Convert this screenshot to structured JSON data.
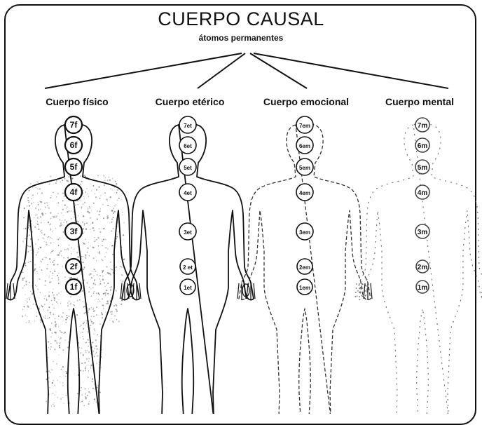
{
  "title": "CUERPO CAUSAL",
  "subtitle": "átomos permanentes",
  "bodies": [
    {
      "label": "Cuerpo físico",
      "style": "dense",
      "atoms": [
        "7f",
        "6f",
        "5f",
        "4f",
        "3f",
        "2f",
        "1f"
      ]
    },
    {
      "label": "Cuerpo etérico",
      "style": "solid",
      "atoms": [
        "7et",
        "6et",
        "5et",
        "4et",
        "3et",
        "2 et",
        "1et"
      ]
    },
    {
      "label": "Cuerpo emocional",
      "style": "dashed",
      "atoms": [
        "7em",
        "6em",
        "5em",
        "4em",
        "3em",
        "2em",
        "1em"
      ]
    },
    {
      "label": "Cuerpo  mental",
      "style": "faint",
      "atoms": [
        "7m",
        "6m",
        "5m",
        "4m",
        "3m",
        "2m",
        "1m"
      ]
    }
  ],
  "colors": {
    "ink": "#111111",
    "stipple": "#777777",
    "background": "#ffffff"
  }
}
